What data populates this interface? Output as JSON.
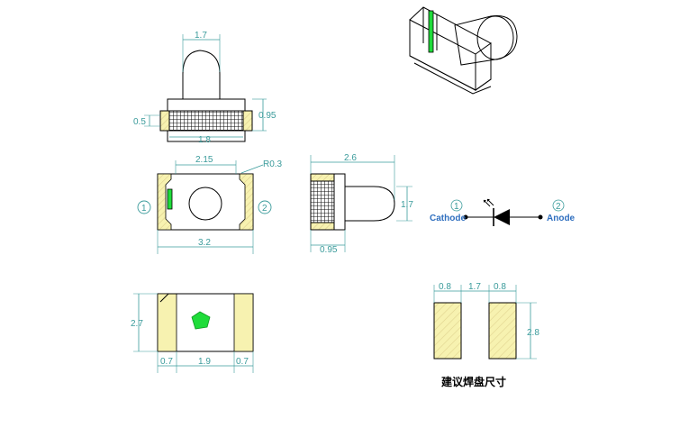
{
  "top_view": {
    "dim_dome_width": "1.7",
    "dim_height": "0.95",
    "dim_pad_height": "0.5",
    "dim_base_width": "1.8"
  },
  "front_view": {
    "dim_top": "2.15",
    "dim_radius": "R0.3",
    "dim_length": "3.2",
    "pin1_label": "1",
    "pin2_label": "2"
  },
  "side_view": {
    "dim_top": "2.6",
    "dim_height": "1.7",
    "dim_bottom": "0.95"
  },
  "schematic": {
    "pin1_number": "1",
    "pin2_number": "2",
    "cathode_label": "Cathode",
    "anode_label": "Anode"
  },
  "bottom_view": {
    "dim_height": "2.7",
    "dim_pad_left": "0.7",
    "dim_center": "1.9",
    "dim_pad_right": "0.7"
  },
  "pad_layout": {
    "dim_pad1": "0.8",
    "dim_gap": "1.7",
    "dim_pad2": "0.8",
    "dim_height": "2.8",
    "caption": "建议焊盘尺寸"
  },
  "colors": {
    "dimension": "#3a9b9b",
    "pad_fill": "#f5f0a0",
    "led_green": "#1fdc3a",
    "label_blue": "#2f6fbf"
  }
}
